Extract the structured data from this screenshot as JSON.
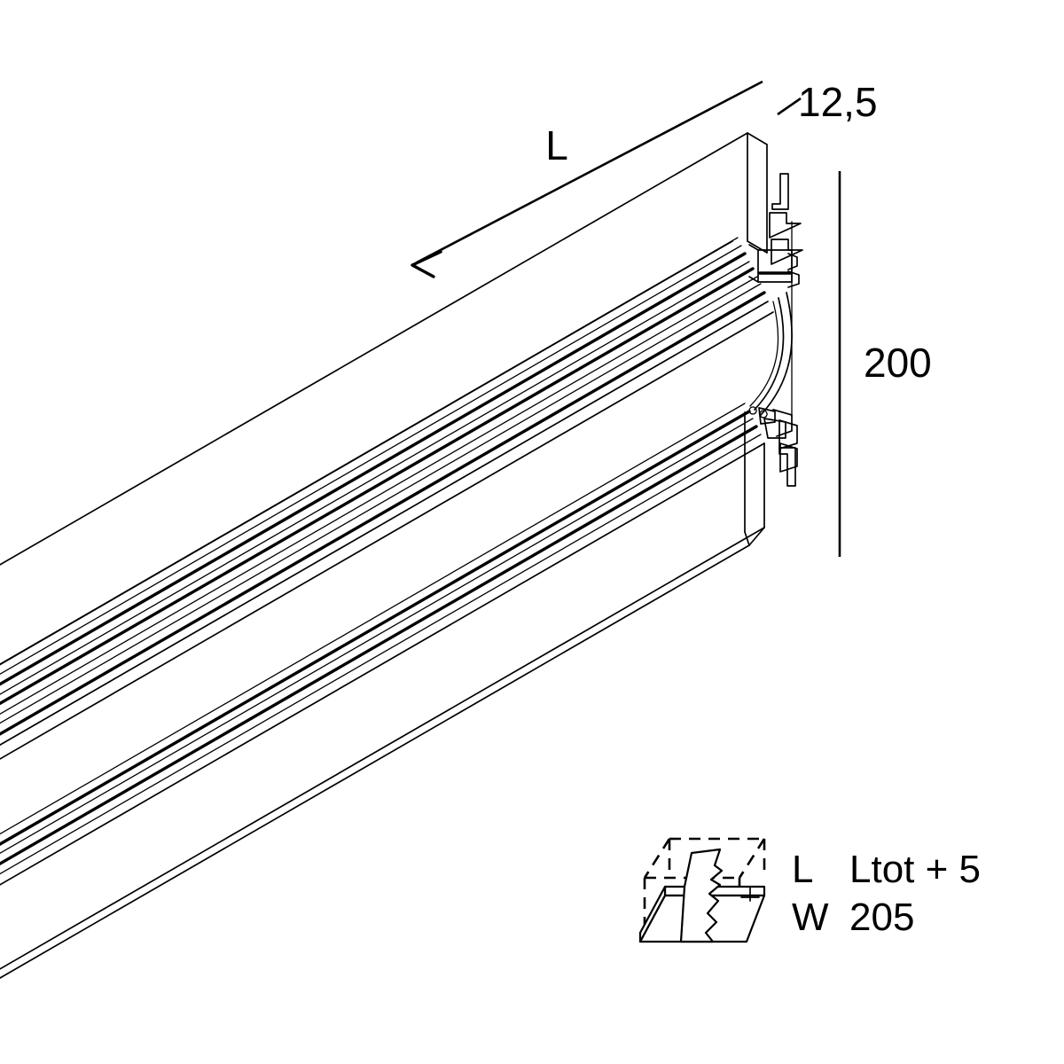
{
  "drawing": {
    "title": "Linear recessed luminaire profile — perspective technical drawing",
    "type": "technical-line-drawing",
    "background_color": "#ffffff",
    "line_color": "#000000"
  },
  "dimensions": {
    "length_label": "L",
    "depth_label": "12,5",
    "height_label": "200"
  },
  "legend": {
    "icon_name": "recessed-cutout-icon",
    "rows": [
      {
        "key": "L",
        "value": "Ltot + 5"
      },
      {
        "key": "W",
        "value": "205"
      }
    ]
  }
}
